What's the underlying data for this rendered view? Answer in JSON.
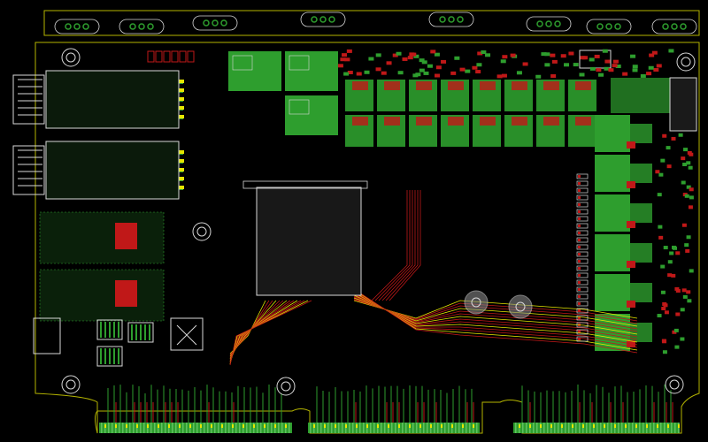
{
  "view": {
    "title": "PCB layout view"
  },
  "colors": {
    "background": "#000000",
    "outline": "#b4b400",
    "top_copper": "#c01818",
    "bottom_copper": "#1f8a1f",
    "pad_green": "#2e9e2e",
    "silkscreen": "#d8d8d8",
    "gold": "#e6e600",
    "via": "#b0b0b0"
  },
  "layers": [
    "top-copper",
    "bottom-copper",
    "silkscreen",
    "board-outline"
  ]
}
